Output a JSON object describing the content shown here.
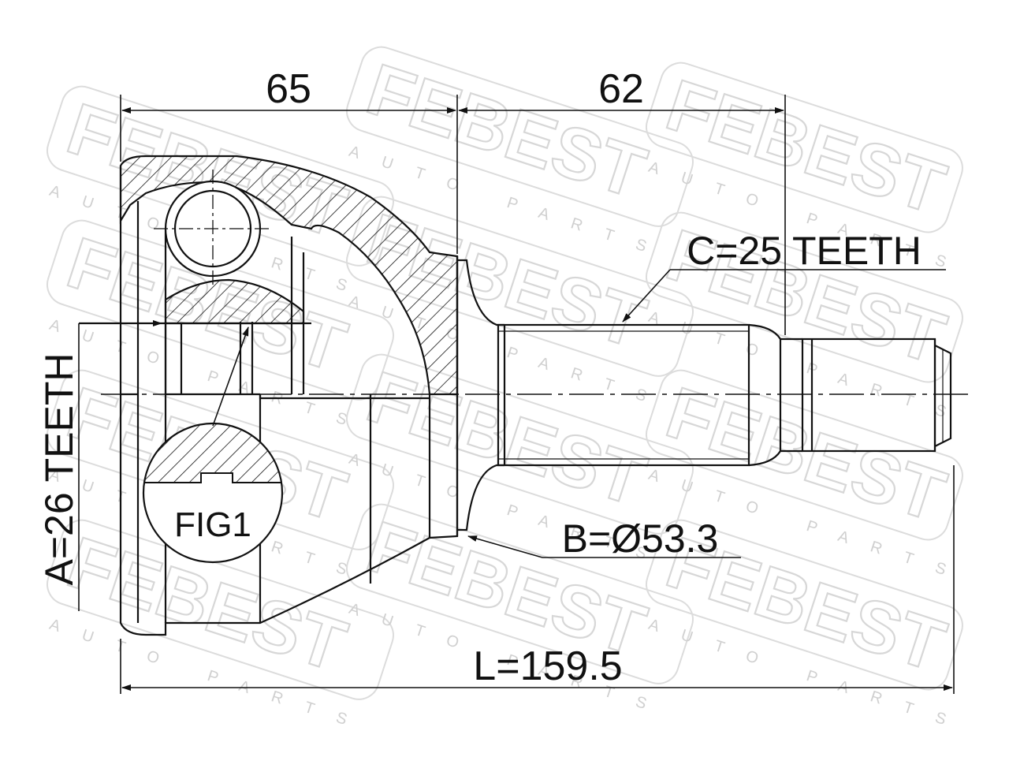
{
  "dimensions": {
    "bell_length": "65",
    "shaft_length": "62",
    "total_length": "L=159.5"
  },
  "callouts": {
    "inner_spline": "A=26 TEETH",
    "abs_diameter": "B=Ø53.3",
    "outer_spline": "C=25 TEETH",
    "detail_figure": "FIG1"
  },
  "watermark": {
    "brand": "FEBEST",
    "tagline": "AUTO PARTS"
  },
  "colors": {
    "line": "#111111",
    "watermark": "#d7d7d7",
    "background": "#ffffff"
  }
}
